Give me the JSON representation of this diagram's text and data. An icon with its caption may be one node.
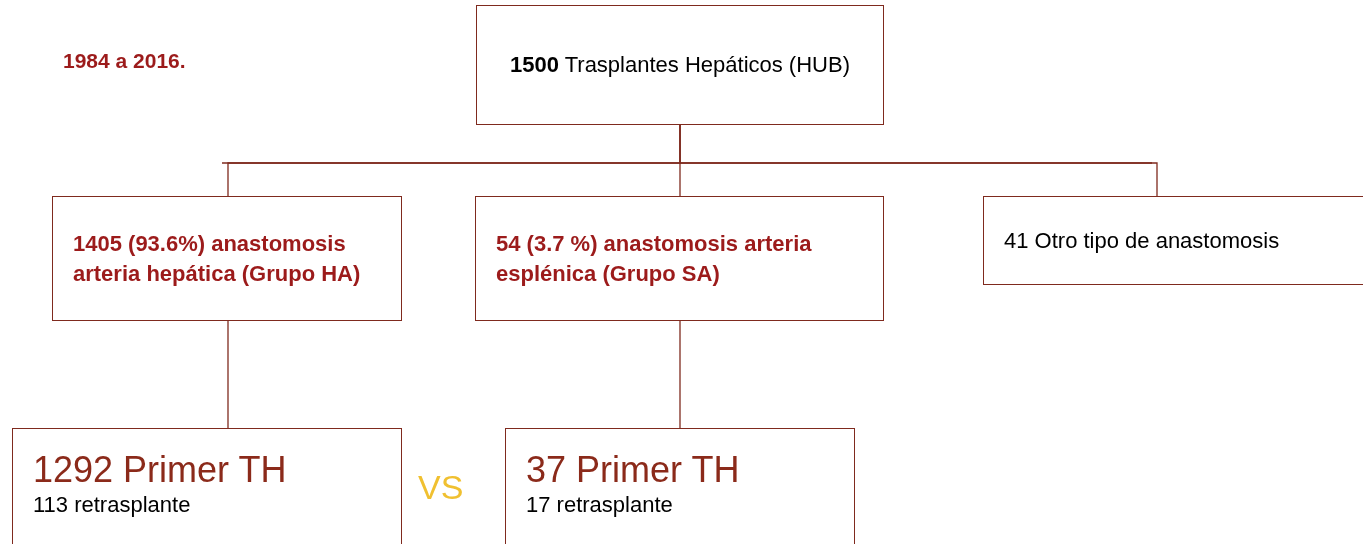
{
  "diagram": {
    "nodes": [
      {
        "text": [
          "**1500** Trasplantes Hepáticos (HUB)"
        ]
      },
      {
        "text": [
          "1405 (93.6%) anastomosis arteria hepática (Grupo HA)"
        ]
      },
      {
        "text": [
          "54 (3.7 %) anastomosis arteria esplénica (Grupo SA)"
        ]
      },
      {
        "text": [
          "41 Otro tipo de anastomosis"
        ]
      },
      {
        "text": [
          "1292 Primer TH",
          "113 retrasplante"
        ]
      },
      {
        "text": [
          "37 Primer TH",
          "17 retrasplante"
        ]
      }
    ],
    "edges": [
      {
        "from": 0,
        "to": 1,
        "arrow": "none"
      },
      {
        "from": 0,
        "to": 2,
        "arrow": "none"
      },
      {
        "from": 0,
        "to": 3,
        "arrow": "none"
      },
      {
        "from": 1,
        "to": 4,
        "arrow": "none"
      },
      {
        "from": 2,
        "to": 5,
        "arrow": "none"
      }
    ],
    "labels": [
      "1984 a 2016.",
      "VS"
    ]
  }
}
